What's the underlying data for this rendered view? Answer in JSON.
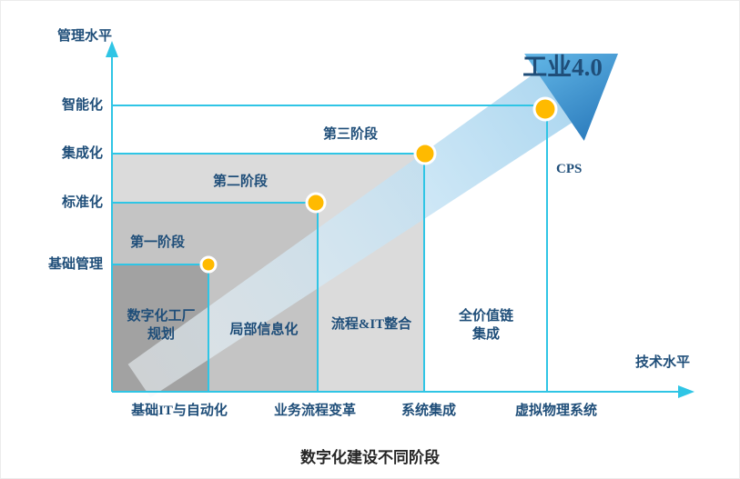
{
  "diagram": {
    "title": "数字化建设不同阶段",
    "y_axis": {
      "label": "管理水平",
      "ticks": [
        "基础管理",
        "标准化",
        "集成化",
        "智能化"
      ]
    },
    "x_axis": {
      "label": "技术水平",
      "ticks": [
        "基础IT与自动化",
        "业务流程变革",
        "系统集成",
        "虚拟物理系统"
      ]
    },
    "stages": [
      "第一阶段",
      "第二阶段",
      "第三阶段",
      "工业4.0"
    ],
    "boxes": [
      "数字化工厂规划",
      "局部信息化",
      "流程&IT整合",
      "全价值链集成"
    ],
    "annotations": {
      "cps": "CPS"
    },
    "colors": {
      "axis": "#2FC5E5",
      "text": "#1F4E79",
      "dot": "#FFBA00",
      "dot_ring": "#FFFFFF",
      "box1": "#A2A2A2",
      "box2": "#C4C4C4",
      "box3": "#DBDBDB",
      "arrow_body": "#BFE0F4",
      "arrow_head": "#3890CC"
    }
  }
}
